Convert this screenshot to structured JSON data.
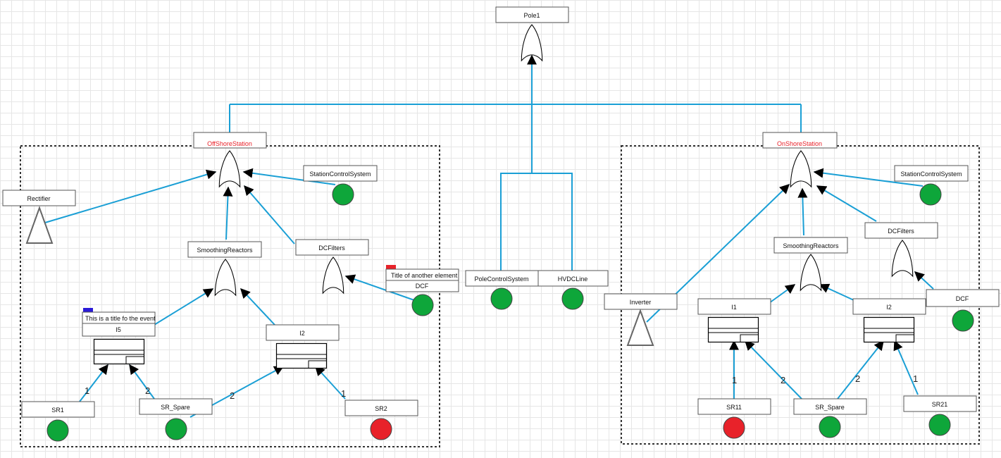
{
  "colors": {
    "connector": "#1a9fd5",
    "ok": "#0ea63a",
    "failed": "#e8222a",
    "highlight_title": "#e8222a",
    "tag_blue": "#2a1ad8",
    "tag_red": "#e8222a",
    "border": "#333333"
  },
  "diagram": {
    "top": {
      "label": "Pole1"
    },
    "middle": {
      "pole_control": {
        "label": "PoleControlSystem"
      },
      "hvdc_line": {
        "label": "HVDCLine"
      }
    },
    "offshore": {
      "title": "OffShoreStation",
      "station_control": "StationControlSystem",
      "rectifier": "Rectifier",
      "smoothing": "SmoothingReactors",
      "dcfilters": "DCFilters",
      "i5_note": "This is a title fo the event",
      "i5": "I5",
      "i2": "I2",
      "dcf_note": "Title of another element",
      "dcf": "DCF",
      "sr1": "SR1",
      "sr_spare": "SR_Spare",
      "sr2": "SR2",
      "weights": {
        "sr1": "1",
        "spare_a": "2",
        "spare_b": "2",
        "sr2": "1"
      }
    },
    "onshore": {
      "title": "OnShoreStation",
      "station_control": "StationControlSystem",
      "inverter": "Inverter",
      "smoothing": "SmoothingReactors",
      "dcfilters": "DCFilters",
      "dcf": "DCF",
      "i1": "I1",
      "i2": "I2",
      "sr11": "SR11",
      "sr_spare": "SR_Spare",
      "sr21": "SR21",
      "weights": {
        "sr11": "1",
        "spare_a": "2",
        "spare_b": "2",
        "sr21": "1"
      }
    }
  }
}
